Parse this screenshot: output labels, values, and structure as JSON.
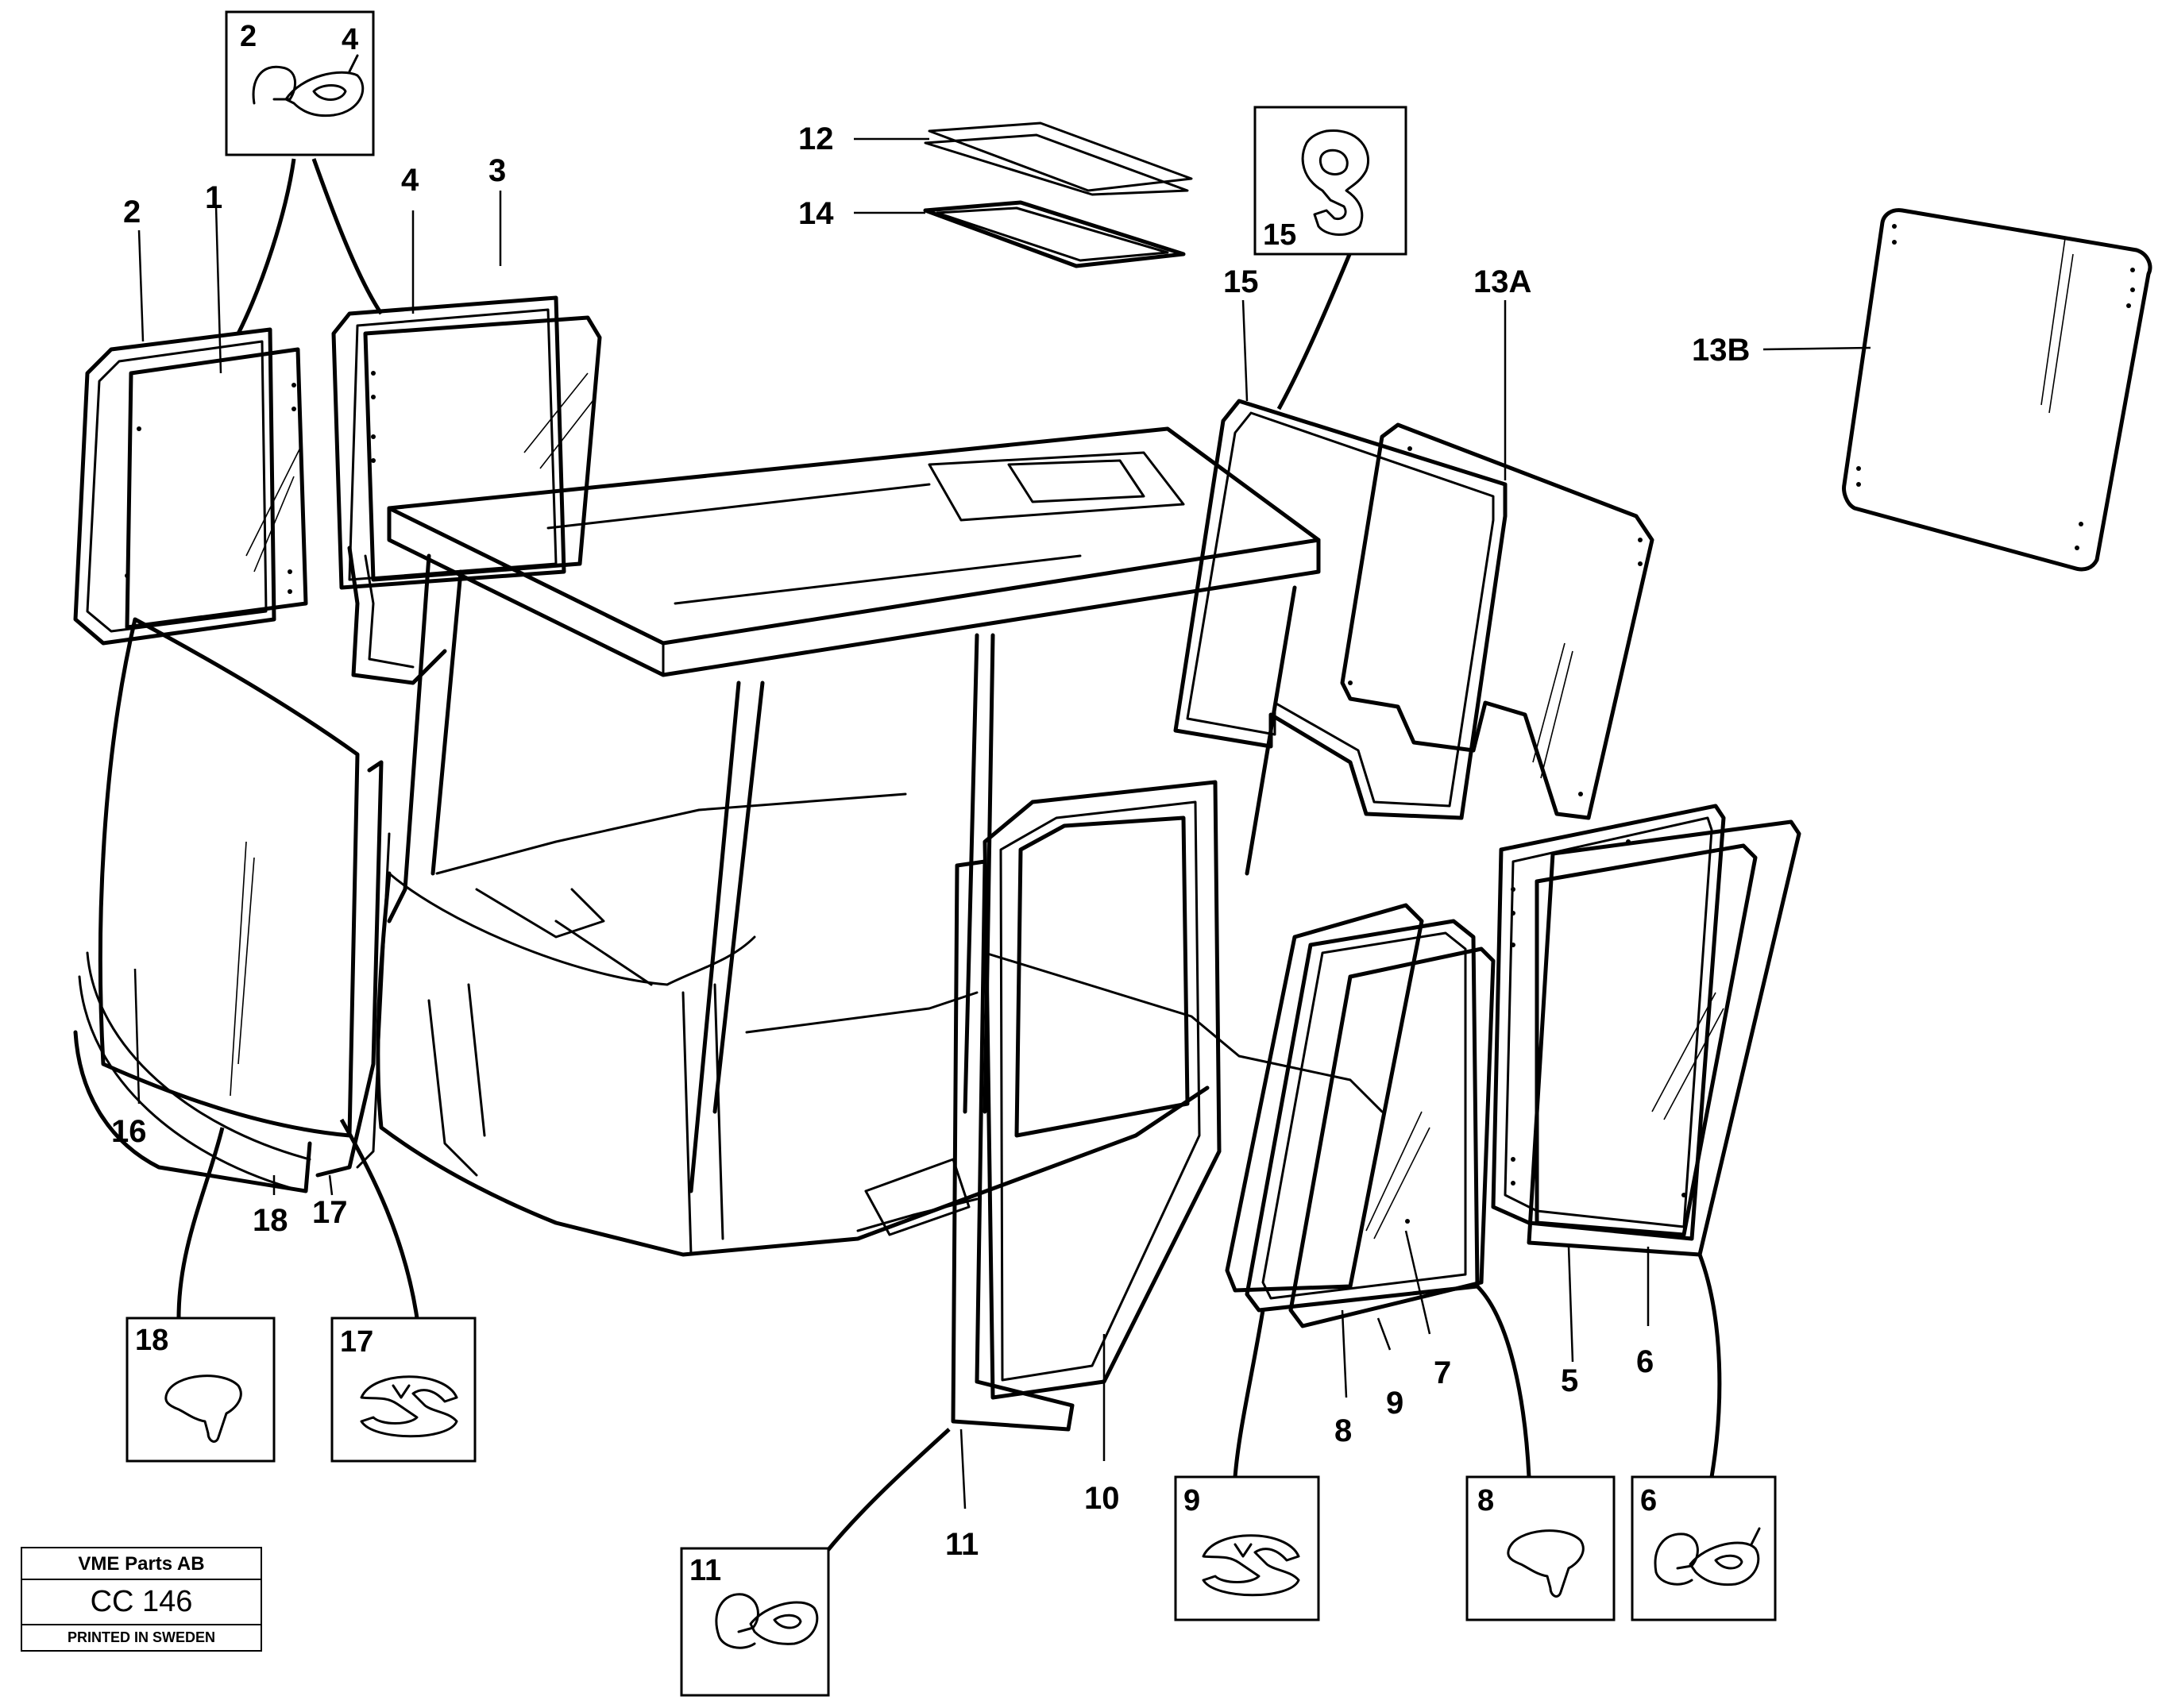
{
  "callouts": {
    "c2": "2",
    "c1": "1",
    "c4": "4",
    "c3": "3",
    "c12": "12",
    "c14": "14",
    "c15": "15",
    "c13a": "13A",
    "c13b": "13B",
    "c16": "16",
    "c18": "18",
    "c17": "17",
    "c11": "11",
    "c10": "10",
    "c8": "8",
    "c9": "9",
    "c7": "7",
    "c5": "5",
    "c6": "6"
  },
  "section_boxes": {
    "b2_4_a": "2",
    "b2_4_b": "4",
    "b15": "15",
    "b18": "18",
    "b17": "17",
    "b11": "11",
    "b9": "9",
    "b8": "8",
    "b6": "6"
  },
  "stamp": {
    "company": "VME Parts AB",
    "code": "CC 146",
    "printed": "PRINTED IN SWEDEN"
  }
}
